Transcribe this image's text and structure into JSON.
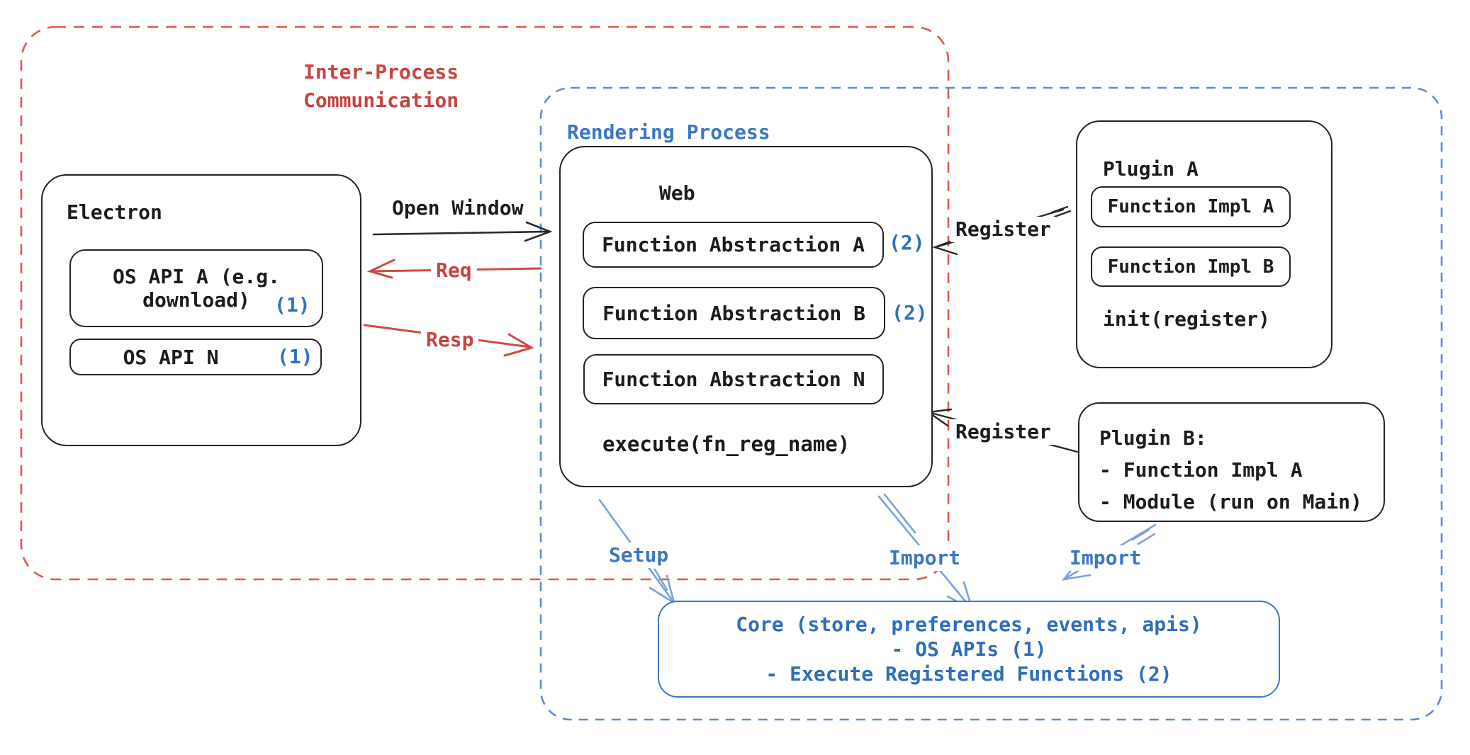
{
  "ipc": {
    "line1": "Inter-Process",
    "line2": "Communication"
  },
  "rendering": {
    "label": "Rendering Process"
  },
  "electron": {
    "title": "Electron",
    "api_a": {
      "line1": "OS API A (e.g.",
      "line2": "download)",
      "badge": "(1)"
    },
    "api_n": {
      "label": "OS API N",
      "badge": "(1)"
    }
  },
  "web": {
    "title": "Web",
    "items": [
      {
        "label": "Function Abstraction A",
        "badge": "(2)"
      },
      {
        "label": "Function Abstraction B",
        "badge": "(2)"
      },
      {
        "label": "Function Abstraction N"
      }
    ],
    "execute": "execute(fn_reg_name)"
  },
  "plugin_a": {
    "title": "Plugin A",
    "impl_a": "Function Impl A",
    "impl_b": "Function Impl B",
    "init": "init(register)"
  },
  "plugin_b": {
    "line1": "Plugin B:",
    "line2": "- Function Impl A",
    "line3": "- Module (run on Main)"
  },
  "core": {
    "line1": "Core (store, preferences, events, apis)",
    "line2": "- OS APIs (1)",
    "line3": "- Execute Registered Functions (2)"
  },
  "labels": {
    "open_window": "Open Window",
    "req": "Req",
    "resp": "Resp",
    "register_top": "Register",
    "register_bottom": "Register",
    "setup": "Setup",
    "import_center": "Import",
    "import_right": "Import"
  },
  "colors": {
    "red_dash": "#e2574d",
    "red_text": "#c8433e",
    "blue_dash": "#5b8ed6",
    "blue_text": "#3a76c4",
    "accent": "#2e71c2",
    "ink": "#242424",
    "arrow_blue": "#7aa2dc"
  }
}
